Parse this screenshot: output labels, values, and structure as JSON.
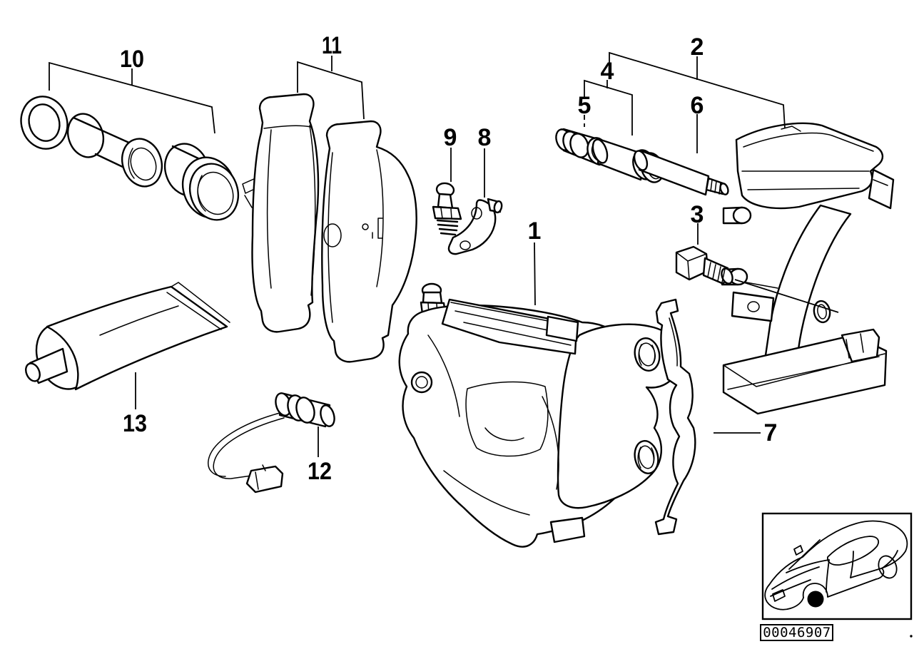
{
  "colors": {
    "background": "#ffffff",
    "line": "#000000",
    "wheel_marker": "#000000"
  },
  "diagram": {
    "type": "exploded-parts-diagram",
    "callouts": [
      {
        "label": "1"
      },
      {
        "label": "2"
      },
      {
        "label": "3"
      },
      {
        "label": "4"
      },
      {
        "label": "5"
      },
      {
        "label": "6"
      },
      {
        "label": "7"
      },
      {
        "label": "8"
      },
      {
        "label": "9"
      },
      {
        "label": "10"
      },
      {
        "label": "11"
      },
      {
        "label": "12"
      },
      {
        "label": "13"
      }
    ]
  },
  "inset": {
    "code": "00046907"
  }
}
